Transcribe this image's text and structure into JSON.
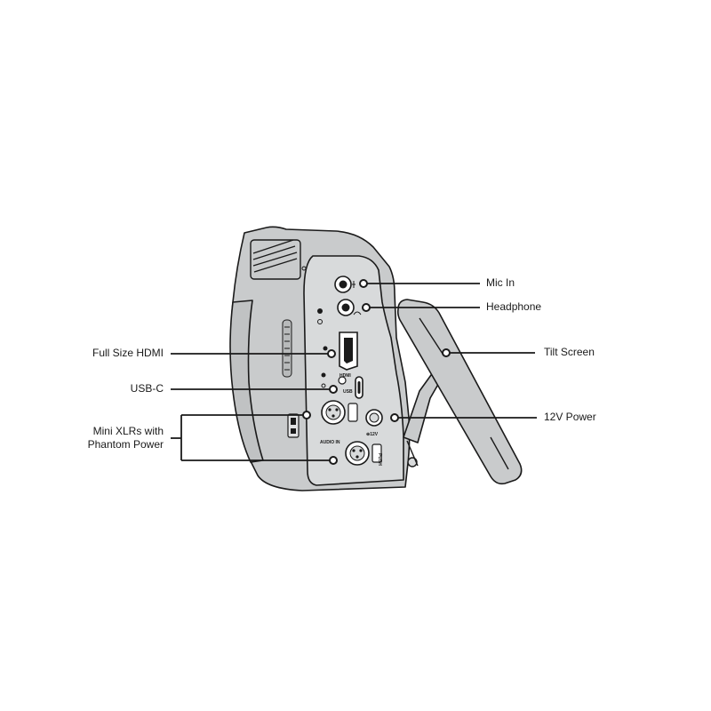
{
  "labels": {
    "mic_in": "Mic In",
    "headphone": "Headphone",
    "tilt_screen": "Tilt Screen",
    "power_12v": "12V Power",
    "hdmi": "Full Size HDMI",
    "usb_c": "USB-C",
    "mini_xlr_line1": "Mini XLRs with",
    "mini_xlr_line2": "Phantom Power"
  },
  "device_marks": {
    "hdmi_logo": "HDMI",
    "usb_mark": "USB",
    "v12_mark": "⊕12V",
    "audio_in": "AUDIO IN",
    "push_mark": "PUSH"
  },
  "colors": {
    "line": "#1a1a1a",
    "body_fill": "#c9cbcc",
    "panel_fill": "#d8dadb",
    "dark": "#1a1a1a"
  }
}
